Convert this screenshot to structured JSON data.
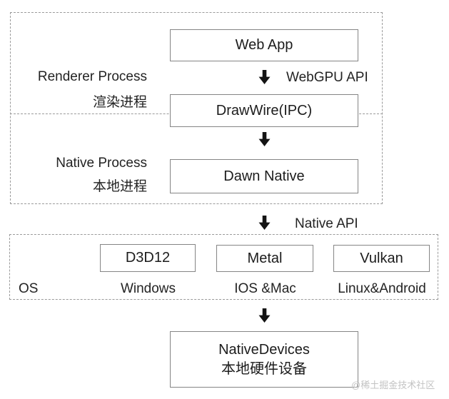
{
  "renderer_section": {
    "label_line1": "Renderer Process",
    "label_line2": "渲染进程",
    "web_app_box": "Web App",
    "webgpu_api_label": "WebGPU API",
    "drawwire_box": "DrawWire(IPC)"
  },
  "native_section": {
    "label_line1": "Native Process",
    "label_line2": "本地进程",
    "dawn_native_box": "Dawn Native"
  },
  "native_api_label": "Native API",
  "os_section": {
    "os_label": "OS",
    "backends": [
      {
        "api": "D3D12",
        "platform": "Windows"
      },
      {
        "api": "Metal",
        "platform": "IOS &Mac"
      },
      {
        "api": "Vulkan",
        "platform": "Linux&Android"
      }
    ]
  },
  "devices_box": {
    "line1": "NativeDevices",
    "line2": "本地硬件设备"
  },
  "watermark": "@稀土掘金技术社区",
  "colors": {
    "solid_border": "#858585",
    "dashed_border": "#9a9a9a",
    "text": "#1f1f1f",
    "arrow": "#141414",
    "watermark": "#c3c3c3"
  }
}
